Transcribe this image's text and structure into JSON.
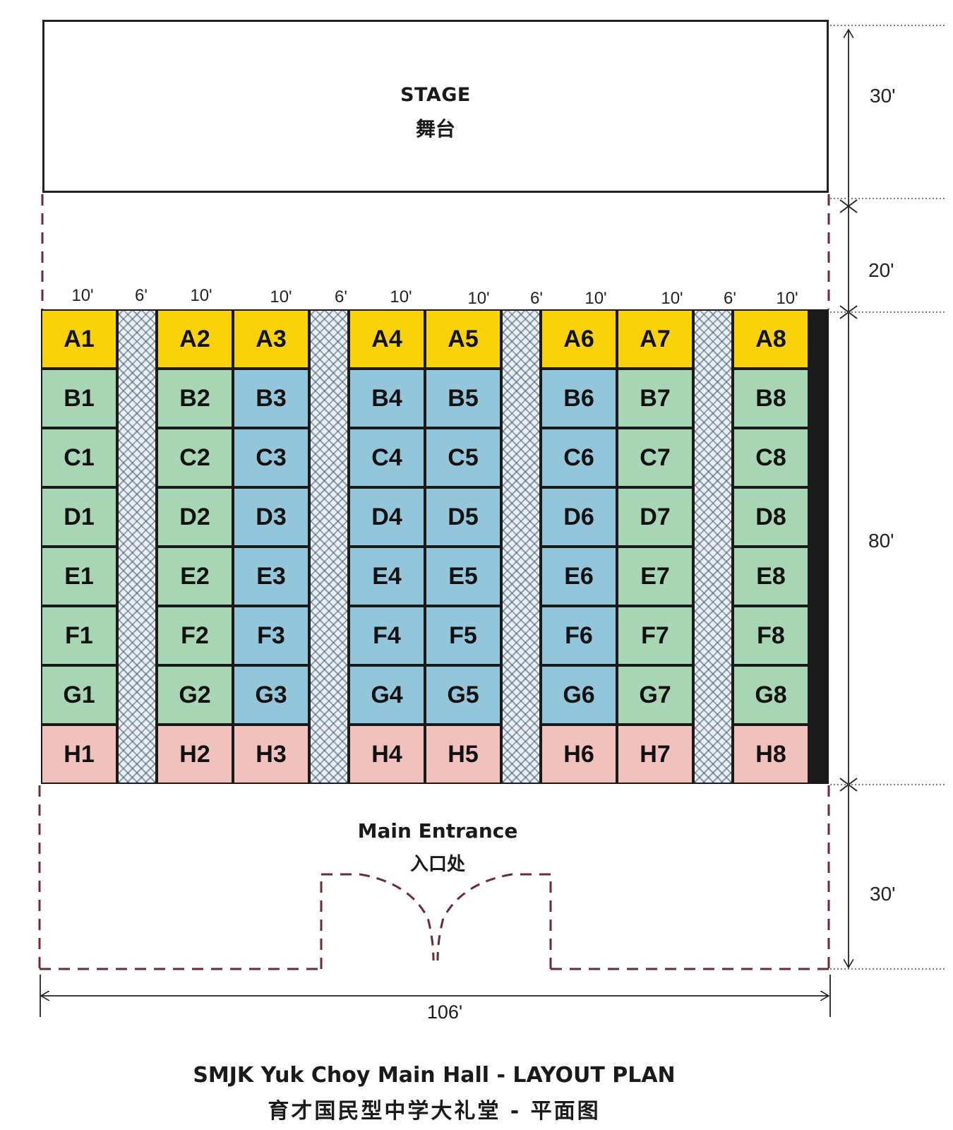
{
  "stage": {
    "label": "STAGE",
    "label_cn": "舞台"
  },
  "entrance": {
    "label": "Main Entrance",
    "label_cn": "入口处"
  },
  "dimensions": {
    "stage_depth": "30'",
    "front_gap": "20'",
    "seating_depth": "80'",
    "entrance_depth": "30'",
    "hall_width": "106'",
    "column_widths": [
      "10'",
      "6'",
      "10'",
      "10'",
      "6'",
      "10'",
      "10'",
      "6'",
      "10'",
      "10'",
      "6'",
      "10'"
    ]
  },
  "seating": {
    "rows": [
      "A",
      "B",
      "C",
      "D",
      "E",
      "F",
      "G",
      "H"
    ],
    "seats_per_row": 8,
    "colors": {
      "yellow": "#f9d20a",
      "green": "#a8d5b3",
      "blue": "#93c6db",
      "pink": "#f1c2bd"
    },
    "color_map": [
      [
        "yellow",
        "yellow",
        "yellow",
        "yellow",
        "yellow",
        "yellow",
        "yellow",
        "yellow"
      ],
      [
        "green",
        "green",
        "blue",
        "blue",
        "blue",
        "blue",
        "green",
        "green"
      ],
      [
        "green",
        "green",
        "blue",
        "blue",
        "blue",
        "blue",
        "green",
        "green"
      ],
      [
        "green",
        "green",
        "blue",
        "blue",
        "blue",
        "blue",
        "green",
        "green"
      ],
      [
        "green",
        "green",
        "blue",
        "blue",
        "blue",
        "blue",
        "green",
        "green"
      ],
      [
        "green",
        "green",
        "blue",
        "blue",
        "blue",
        "blue",
        "green",
        "green"
      ],
      [
        "green",
        "green",
        "blue",
        "blue",
        "blue",
        "blue",
        "green",
        "green"
      ],
      [
        "pink",
        "pink",
        "pink",
        "pink",
        "pink",
        "pink",
        "pink",
        "pink"
      ]
    ]
  },
  "footer": {
    "title": "SMJK Yuk Choy Main Hall - LAYOUT PLAN",
    "title_cn": "育才国民型中学大礼堂 - 平面图"
  }
}
